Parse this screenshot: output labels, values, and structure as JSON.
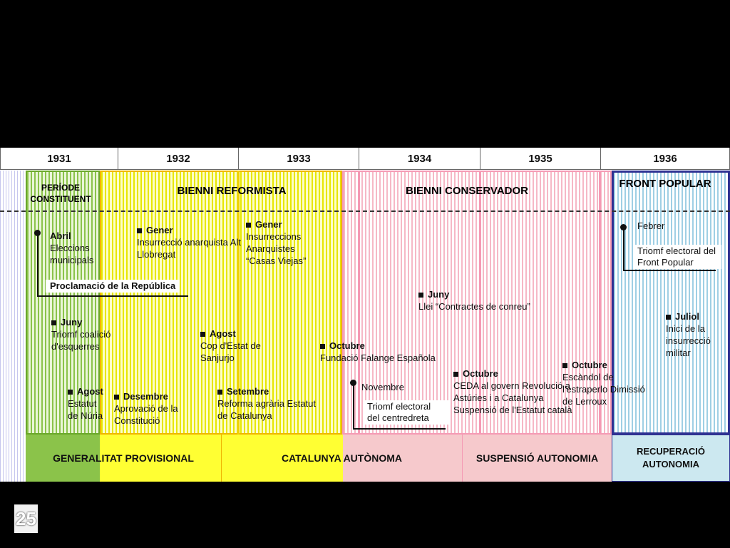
{
  "years": [
    "1931",
    "1932",
    "1933",
    "1934",
    "1935",
    "1936"
  ],
  "periods": {
    "constituent": "PERÍODE CONSTITUENT",
    "reformista": "BIENNI REFORMISTA",
    "conservador": "BIENNI CONSERVADOR",
    "front": "FRONT POPULAR"
  },
  "events": {
    "e1931_abril_month": "Abril",
    "e1931_abril_text": "Eleccions municipals",
    "e1931_proclamacio": "Proclamació de la República",
    "e1931_juny_month": "Juny",
    "e1931_juny_text": "Triomf coalició d'esquerres",
    "e1931_agost_month": "Agost",
    "e1931_agost_text": "Estatut de Núria",
    "e1932_gener_month": "Gener",
    "e1932_gener_text": "Insurrecció anarquista Alt Llobregat",
    "e1932_agost_month": "Agost",
    "e1932_agost_text": "Cop d'Estat de Sanjurjo",
    "e1932_desembre_month": "Desembre",
    "e1932_desembre_text": "Aprovació de la Constitució",
    "e1932_setembre_month": "Setembre",
    "e1932_setembre_text": "Reforma agrària Estatut de Catalunya",
    "e1933_gener_month": "Gener",
    "e1933_gener_text": "Insurreccions Anarquistes “Casas Viejas”",
    "e1933_octubre_month": "Octubre",
    "e1933_octubre_text": "Fundació Falange Española",
    "e1933_novembre_month": "Novembre",
    "e1933_novembre_text": "Triomf electoral del centredreta",
    "e1934_juny_month": "Juny",
    "e1934_juny_text": "Llei “Contractes de conreu”",
    "e1934_octubre_month": "Octubre",
    "e1934_octubre_text": "CEDA al govern Revolució a Astúries i a Catalunya Suspensió de l'Estatut català",
    "e1935_octubre_month": "Octubre",
    "e1935_octubre_text": "Escàndol de l'estraperlo Dimissió de Lerroux",
    "e1936_febrer_month": "Febrer",
    "e1936_febrer_text": "Triomf electoral del Front Popular",
    "e1936_juliol_month": "Juliol",
    "e1936_juliol_text": "Inici de la insurrecció militar"
  },
  "autonomy": {
    "provisional": "GENERALITAT PROVISIONAL",
    "autonoma": "CATALUNYA AUTÒNOMA",
    "suspensio": "SUSPENSIÓ AUTONOMIA",
    "recuperacio": "RECUPERACIÓ AUTONOMIA"
  },
  "page_number": "25",
  "colors": {
    "green": "#8bc34a",
    "yellow": "#ffff33",
    "pink": "#f6c9cc",
    "lightblue": "#cce8f0",
    "orange": "#f0b400",
    "navy": "#2e3192"
  }
}
